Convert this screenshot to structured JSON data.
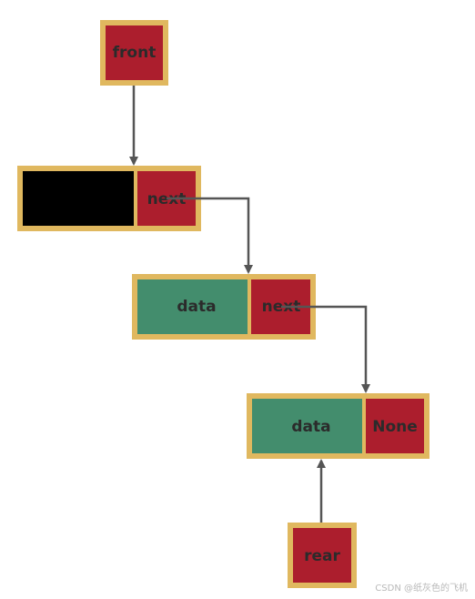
{
  "colors": {
    "border": "#e0b85f",
    "pointer_cell": "#ac1e2d",
    "data_cell": "#438d6d",
    "head_cell": "#000000",
    "arrow": "#555555",
    "text": "#2b2b2b"
  },
  "labels": {
    "front": "front",
    "head_next": "next",
    "node1_data": "data",
    "node1_next": "next",
    "node2_data": "data",
    "node2_next": "None",
    "rear": "rear"
  },
  "watermark": "CSDN @纸灰色的飞机"
}
